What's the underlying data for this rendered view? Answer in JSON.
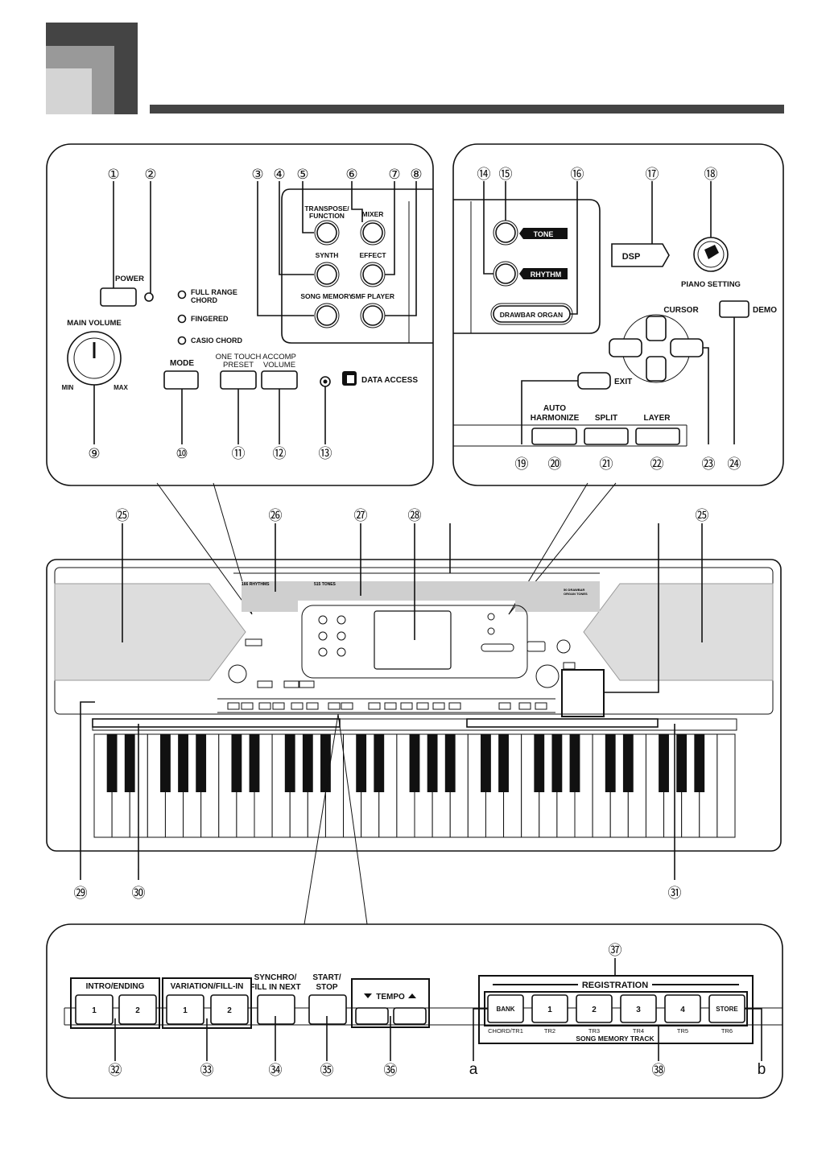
{
  "panel_top_left": {
    "power": "POWER",
    "full_range_chord": [
      "FULL RANGE",
      "CHORD"
    ],
    "fingered": "FINGERED",
    "casio_chord": "CASIO CHORD",
    "main_volume": "MAIN VOLUME",
    "min": "MIN",
    "max": "MAX",
    "mode": "MODE",
    "one_touch_preset": [
      "ONE TOUCH",
      "PRESET"
    ],
    "accomp_volume": [
      "ACCOMP",
      "VOLUME"
    ],
    "data_access": "DATA ACCESS",
    "transpose_function": [
      "TRANSPOSE/",
      "FUNCTION"
    ],
    "mixer": "MIXER",
    "synth": "SYNTH",
    "effect": "EFFECT",
    "song_memory": "SONG MEMORY",
    "smf_player": "SMF PLAYER"
  },
  "panel_top_right": {
    "tone": "TONE",
    "rhythm": "RHYTHM",
    "drawbar_organ": "DRAWBAR ORGAN",
    "dsp": "DSP",
    "piano_setting": "PIANO SETTING",
    "cursor": "CURSOR",
    "demo": "DEMO",
    "exit": "EXIT",
    "auto_harmonize": [
      "AUTO",
      "HARMONIZE"
    ],
    "split": "SPLIT",
    "layer": "LAYER"
  },
  "panel_bottom": {
    "intro_ending": "INTRO/ENDING",
    "variation_fill_in": "VARIATION/FILL-IN",
    "synchro_fill_in_next": [
      "SYNCHRO/",
      "FILL IN NEXT"
    ],
    "start_stop": [
      "START/",
      "STOP"
    ],
    "tempo": "TEMPO",
    "registration": "REGISTRATION",
    "bank": "BANK",
    "store": "STORE",
    "num_1": "1",
    "num_2": "2",
    "num_3": "3",
    "num_4": "4",
    "tracks": [
      "CHORD/TR1",
      "TR2",
      "TR3",
      "TR4",
      "TR5",
      "TR6"
    ],
    "song_memory_track": "SONG MEMORY TRACK",
    "label_a": "a",
    "label_b": "b"
  },
  "keyboard": {
    "rhythms": "166 RHYTHMS",
    "tones": "515 TONES",
    "drawbar_tones": [
      "50 DRAWBAR",
      "ORGAN TONES"
    ]
  },
  "callouts": {
    "c1": "①",
    "c2": "②",
    "c3": "③",
    "c4": "④",
    "c5": "⑤",
    "c6": "⑥",
    "c7": "⑦",
    "c8": "⑧",
    "c9": "⑨",
    "c10": "⑩",
    "c11": "⑪",
    "c12": "⑫",
    "c13": "⑬",
    "c14": "⑭",
    "c15": "⑮",
    "c16": "⑯",
    "c17": "⑰",
    "c18": "⑱",
    "c19": "⑲",
    "c20": "⑳",
    "c21": "㉑",
    "c22": "㉒",
    "c23": "㉓",
    "c24": "㉔",
    "c25": "㉕",
    "c26": "㉖",
    "c27": "㉗",
    "c28": "㉘",
    "c29": "㉙",
    "c30": "㉚",
    "c31": "㉛",
    "c32": "㉜",
    "c33": "㉝",
    "c34": "㉞",
    "c35": "㉟",
    "c36": "㊱",
    "c37": "㊲",
    "c38": "㊳"
  }
}
